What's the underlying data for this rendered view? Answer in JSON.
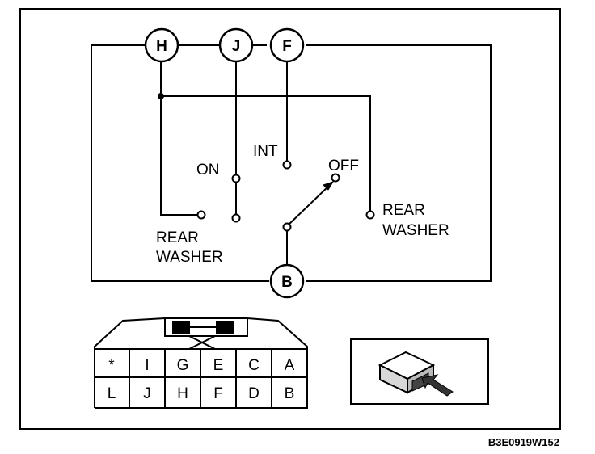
{
  "nodes": {
    "h": "H",
    "j": "J",
    "f": "F",
    "b": "B"
  },
  "labels": {
    "int": "INT",
    "on": "ON",
    "off": "OFF",
    "rear_washer_left": [
      "REAR",
      "WASHER"
    ],
    "rear_washer_right": [
      "REAR",
      "WASHER"
    ]
  },
  "connector": {
    "top_row": [
      "*",
      "I",
      "G",
      "E",
      "C",
      "A"
    ],
    "bottom_row": [
      "L",
      "J",
      "H",
      "F",
      "D",
      "B"
    ]
  },
  "figure_code": "B3E0919W152"
}
